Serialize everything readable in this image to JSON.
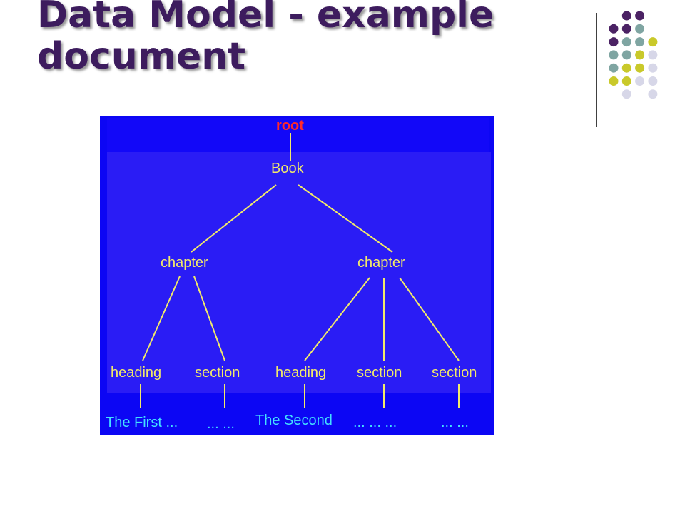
{
  "slide": {
    "title_line1": "Data Model - example",
    "title_line2": "document"
  },
  "colors": {
    "title": "#3d1c5e",
    "diagram_background": "#0c06f4",
    "tree_nodes": "#f2ea6a",
    "root_node": "#ff2a2a",
    "leaf_text": "#43e1ff",
    "dot_purple": "#4b2264",
    "dot_teal": "#7fa5a2",
    "dot_yellow": "#c9c92a",
    "dot_lavender": "#d7d7e8"
  },
  "tree": {
    "root": "root",
    "book": "Book",
    "chapter_1": "chapter",
    "chapter_2": "chapter",
    "heading_1": "heading",
    "section_1": "section",
    "heading_2": "heading",
    "section_2": "section",
    "section_3": "section"
  },
  "leaves": {
    "leaf_1": "The First ...",
    "leaf_2": "... ...",
    "leaf_3": "The Second",
    "leaf_4": "... ... ...",
    "leaf_5": "... ..."
  }
}
